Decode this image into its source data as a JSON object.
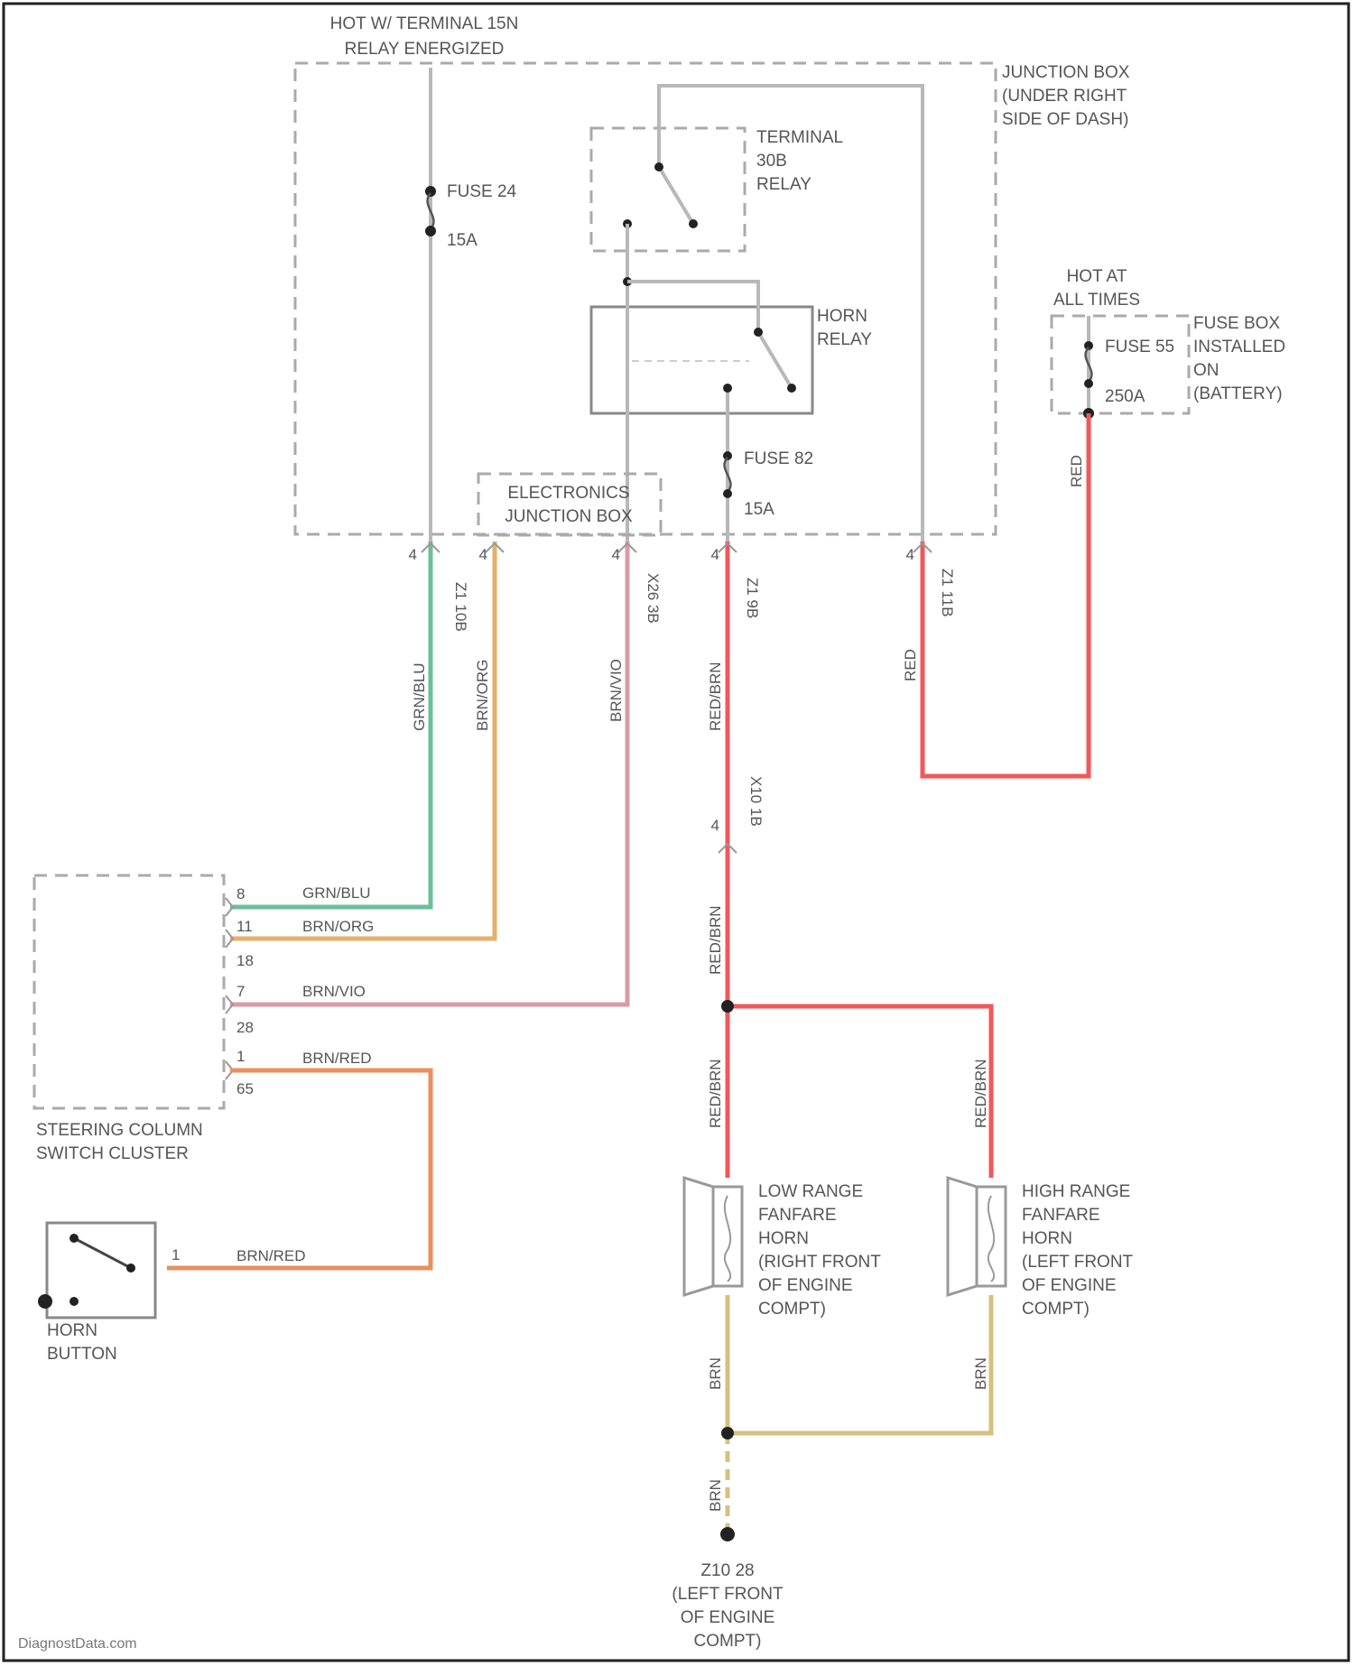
{
  "title_top": [
    "HOT W/ TERMINAL 15N",
    "RELAY ENERGIZED"
  ],
  "junction_box": [
    "JUNCTION BOX",
    "(UNDER RIGHT",
    "SIDE OF DASH)"
  ],
  "terminal_relay": [
    "TERMINAL",
    "30B",
    "RELAY"
  ],
  "horn_relay": [
    "HORN",
    "RELAY"
  ],
  "fuse24": {
    "name": "FUSE 24",
    "amp": "15A"
  },
  "fuse82": {
    "name": "FUSE 82",
    "amp": "15A"
  },
  "hot_at_all_times": [
    "HOT AT",
    "ALL TIMES"
  ],
  "fuse_box_batt": {
    "fuse": "FUSE 55",
    "amp": "250A",
    "label": [
      "FUSE BOX",
      "INSTALLED",
      "ON",
      "(BATTERY)"
    ]
  },
  "electronics_jb": [
    "ELECTRONICS",
    "JUNCTION BOX"
  ],
  "connectors": {
    "z1_108": "Z1 10B",
    "x26_3b": "X26 3B",
    "z1_9b": "Z1 9B",
    "z1_11b": "Z1 11B",
    "x10_1b": "X10 1B"
  },
  "wires": {
    "grn_blu": "GRN/BLU",
    "brn_org": "BRN/ORG",
    "brn_vio": "BRN/VIO",
    "red_brn": "RED/BRN",
    "red": "RED",
    "brn_red": "BRN/RED",
    "brn": "BRN"
  },
  "steering_cluster": {
    "label": [
      "STEERING COLUMN",
      "SWITCH CLUSTER"
    ],
    "pins": [
      "8",
      "11",
      "18",
      "7",
      "28",
      "1",
      "65"
    ]
  },
  "horn_button": {
    "label": [
      "HORN",
      "BUTTON"
    ],
    "pin": "1"
  },
  "low_horn": [
    "LOW RANGE",
    "FANFARE",
    "HORN",
    "(RIGHT FRONT",
    "OF ENGINE",
    "COMPT)"
  ],
  "high_horn": [
    "HIGH RANGE",
    "FANFARE",
    "HORN",
    "(LEFT FRONT",
    "OF ENGINE",
    "COMPT)"
  ],
  "ground": [
    "Z10 28",
    "(LEFT FRONT",
    "OF ENGINE",
    "COMPT)"
  ],
  "watermark": "DiagnostData.com",
  "colors": {
    "grn_blu": "#6bbf9a",
    "brn_org": "#e6b06a",
    "brn_vio": "#d99aa8",
    "red": "#f0585a",
    "brn_red": "#e89060",
    "brn": "#d4c080"
  }
}
